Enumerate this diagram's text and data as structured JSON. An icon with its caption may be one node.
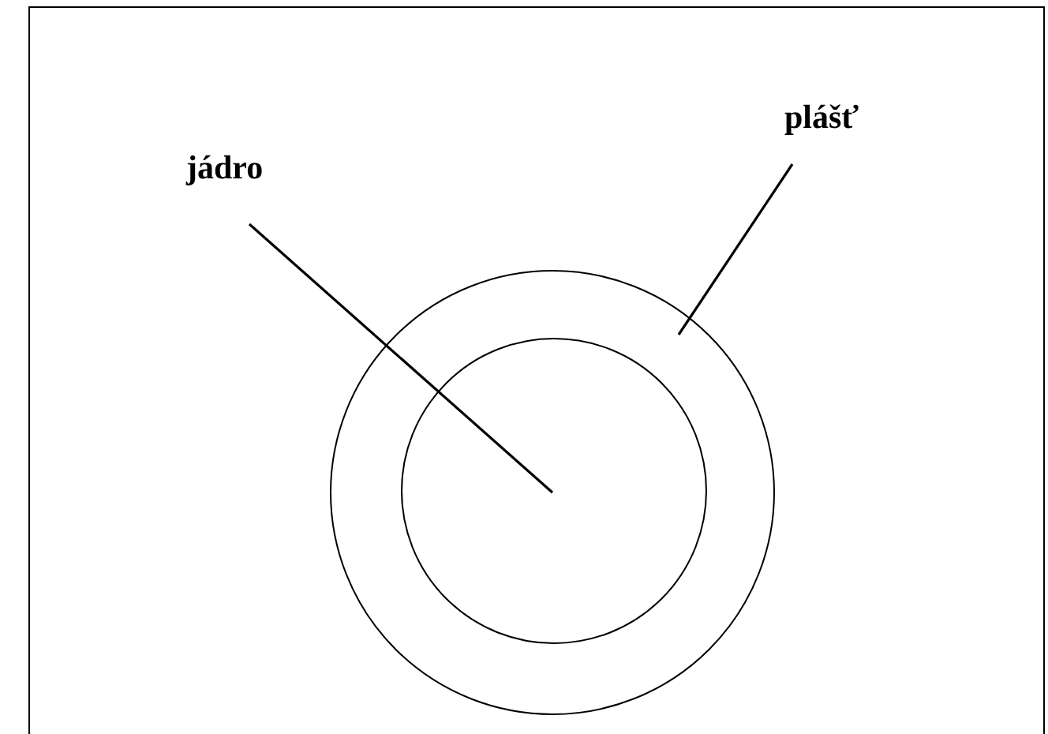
{
  "diagram": {
    "nodes": [
      {
        "text": [
          "jádro"
        ]
      },
      {
        "text": [
          "plášť"
        ]
      },
      {
        "text": [],
        "shape": "circle"
      },
      {
        "text": [],
        "shape": "circle",
        "in": 2
      }
    ],
    "edges": [
      {
        "from": 0,
        "to": 3,
        "arrow": "none"
      },
      {
        "from": 1,
        "to": 2,
        "arrow": "none"
      }
    ]
  }
}
